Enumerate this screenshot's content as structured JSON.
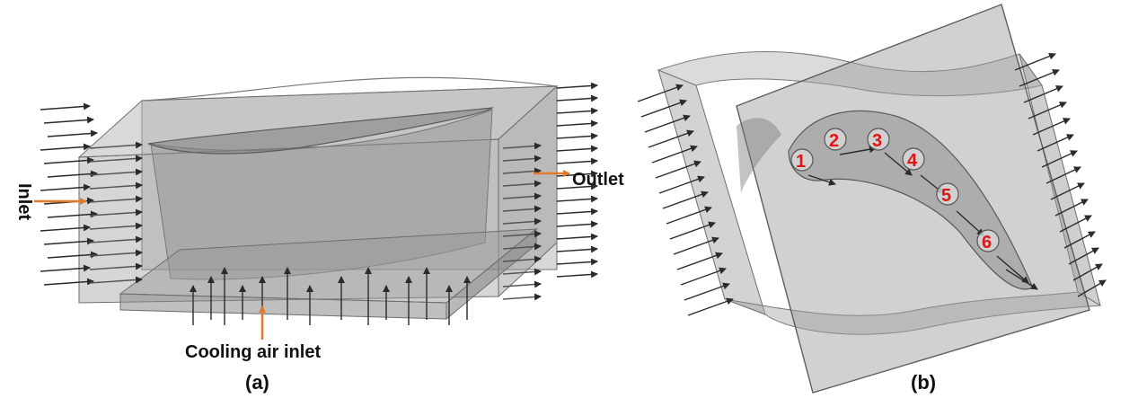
{
  "panel_a": {
    "caption": "(a)",
    "labels": {
      "inlet": "Inlet",
      "outlet": "Outlet",
      "cooling_inlet": "Cooling air inlet"
    }
  },
  "panel_b": {
    "caption": "(b)",
    "holes": [
      "1",
      "2",
      "3",
      "4",
      "5",
      "6"
    ]
  },
  "colors": {
    "arrow": "#2b2b2b",
    "pointer": "#e07a2c",
    "hole_number": "#e01515",
    "body_fill": "#9a9a9a"
  }
}
